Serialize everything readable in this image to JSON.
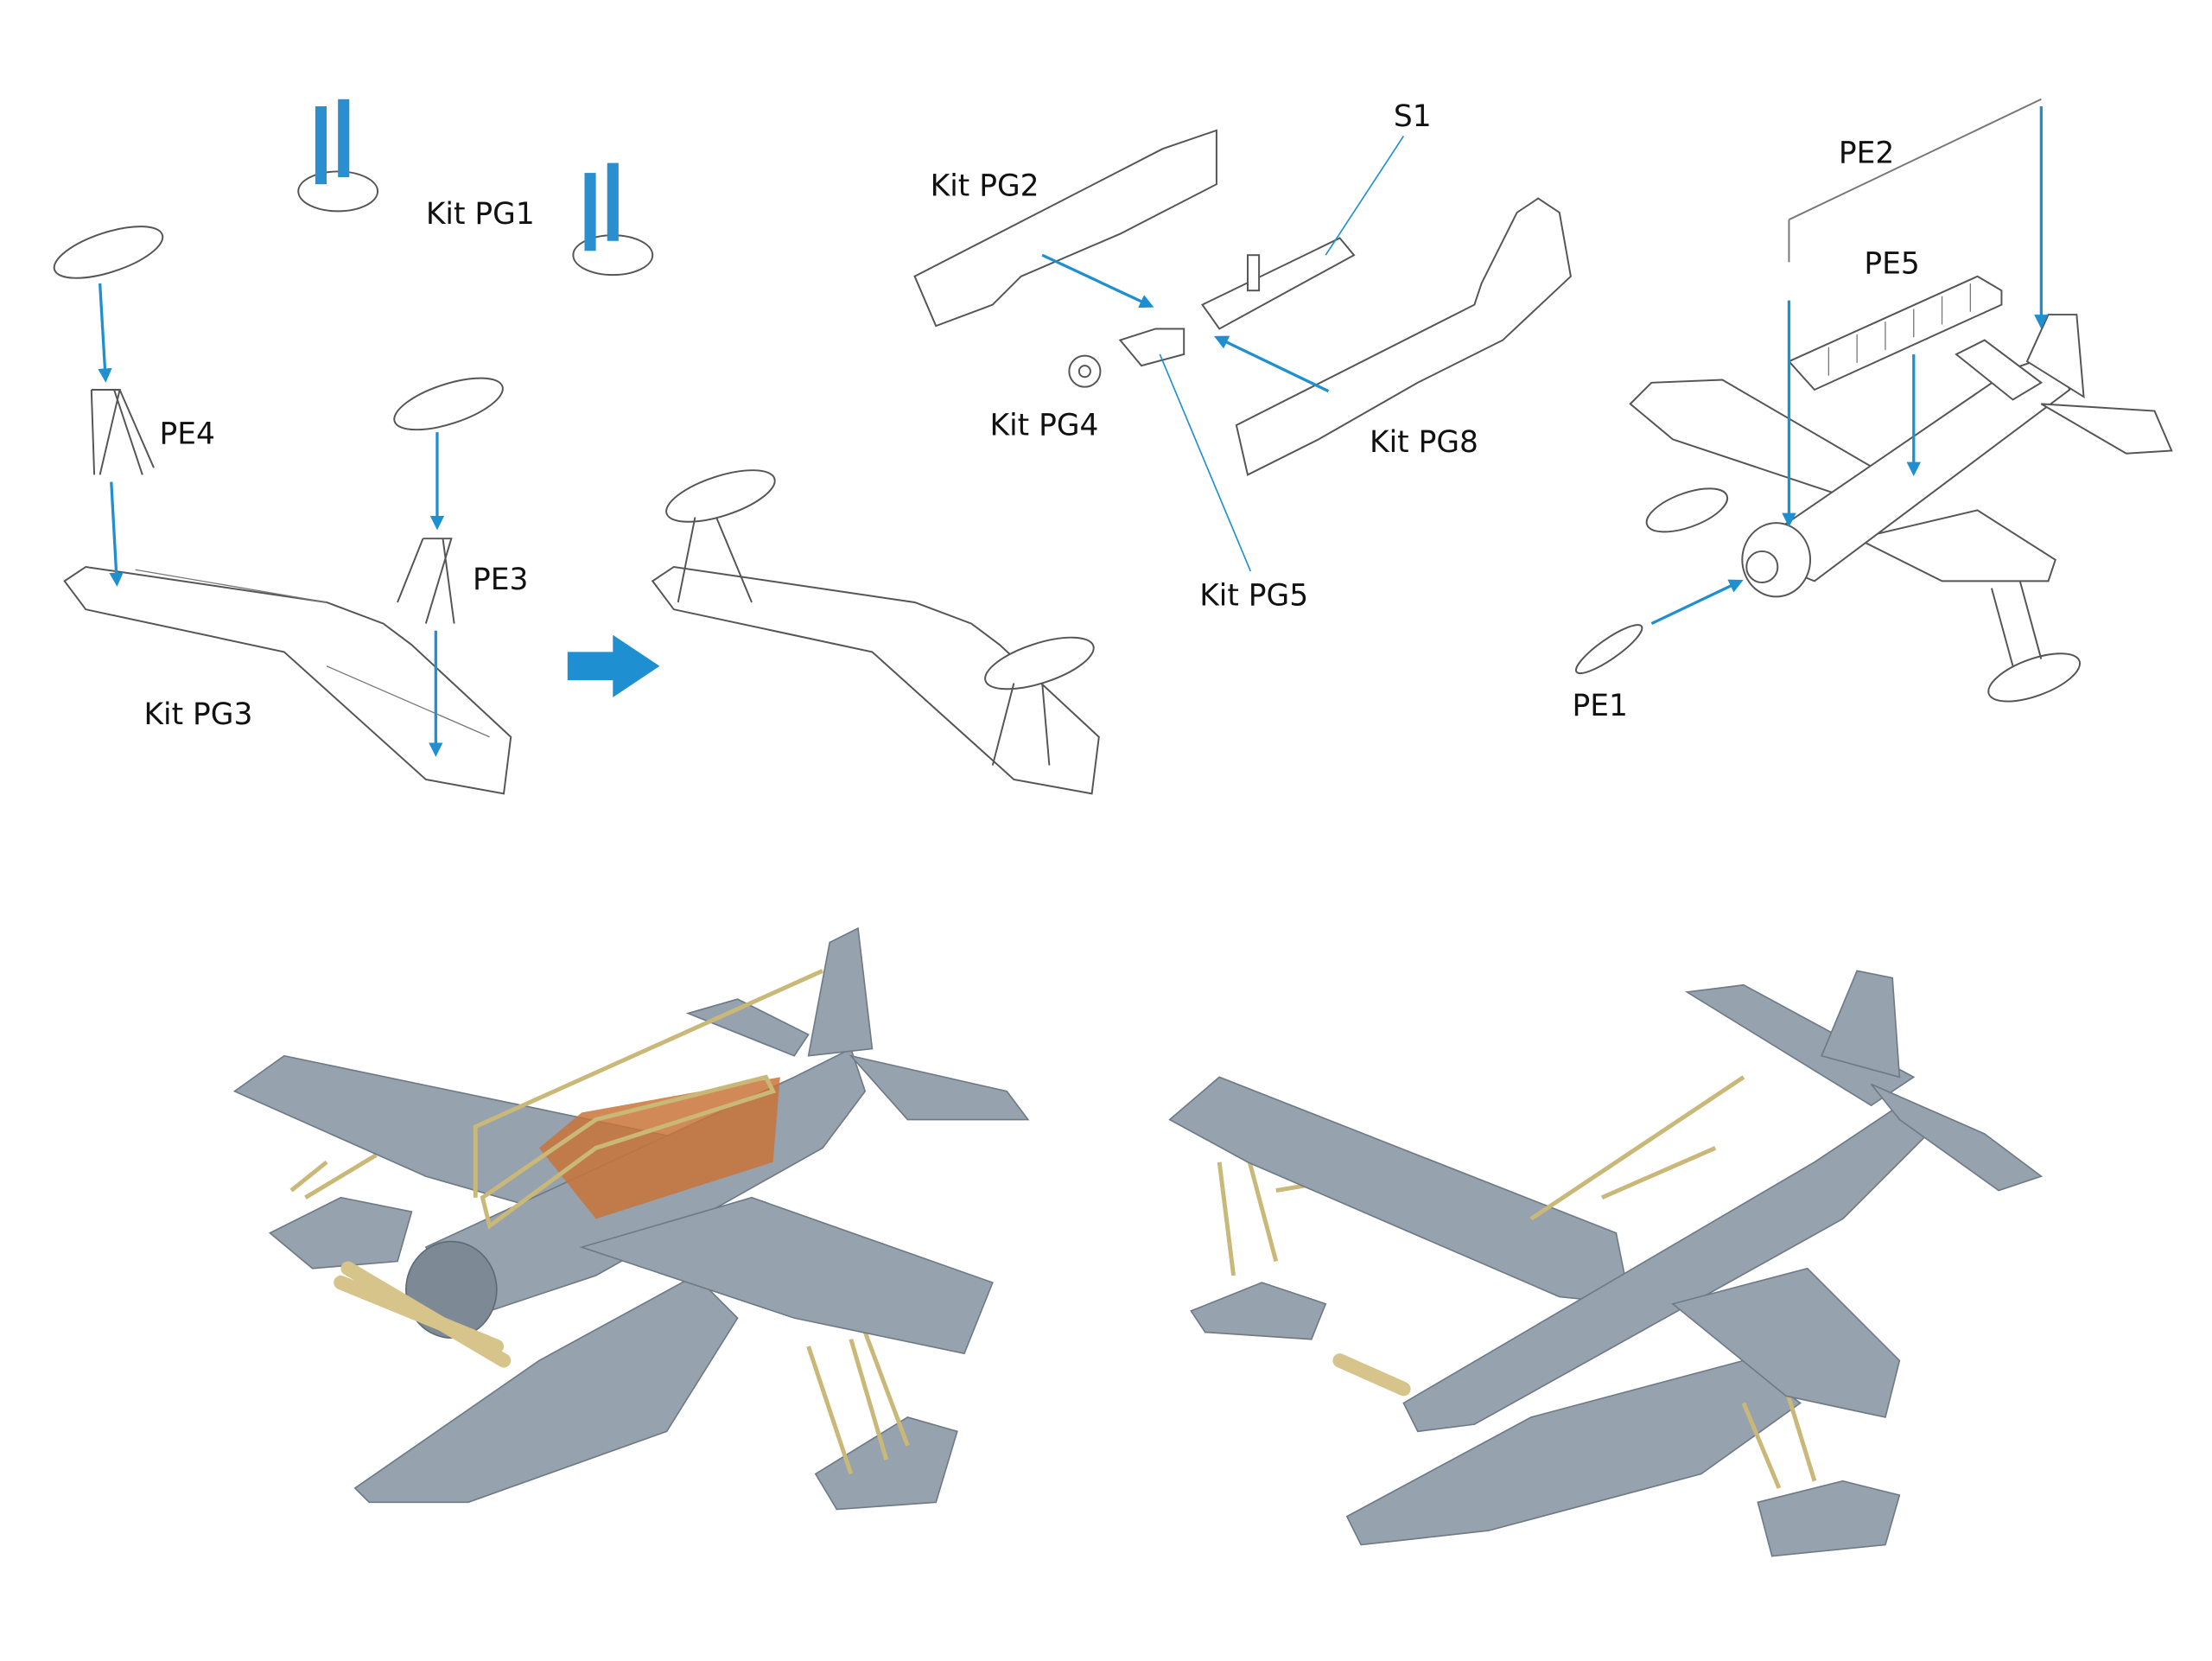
{
  "labels": {
    "kit_pg1": "Kit PG1",
    "pe4": "PE4",
    "pe3": "PE3",
    "kit_pg3": "Kit PG3",
    "kit_pg2": "Kit PG2",
    "s1": "S1",
    "kit_pg4": "Kit PG4",
    "kit_pg5": "Kit PG5",
    "kit_pg8": "Kit PG8",
    "pe2": "PE2",
    "pe5": "PE5",
    "pe1": "PE1"
  },
  "colors": {
    "arrow": "#1e8fd0",
    "model_grey": "#96a2ad",
    "brass": "#c9b877",
    "interior": "#c9743a"
  }
}
